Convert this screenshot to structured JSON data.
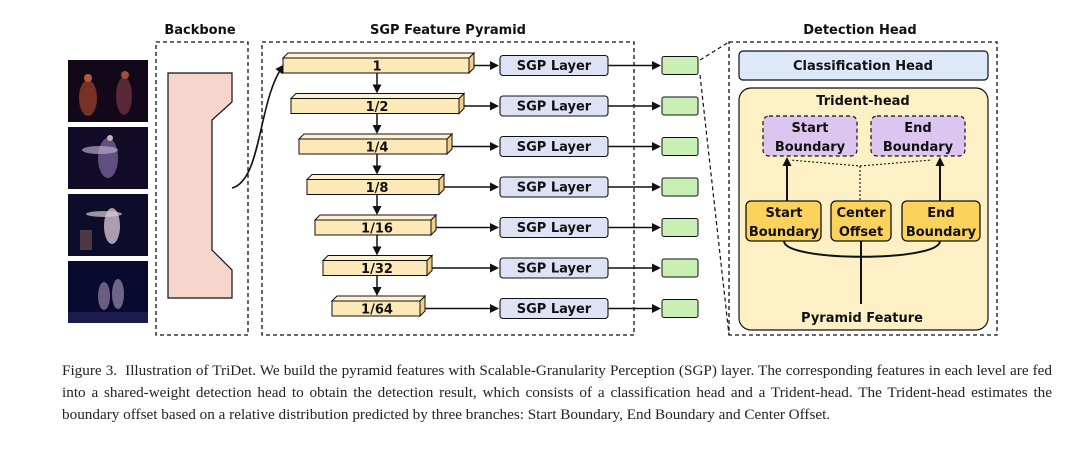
{
  "sections": {
    "backbone": "Backbone",
    "pyramid": "SGP Feature Pyramid",
    "detection": "Detection Head"
  },
  "pyramid_levels": [
    "1",
    "1/2",
    "1/4",
    "1/8",
    "1/16",
    "1/32",
    "1/64"
  ],
  "sgp_layer_label": "SGP Layer",
  "detection_head": {
    "classification": "Classification Head",
    "trident_title": "Trident-head",
    "start_boundary_line1": "Start",
    "start_boundary_line2": "Boundary",
    "end_boundary_line1": "End",
    "end_boundary_line2": "Boundary",
    "center_offset_line1": "Center",
    "center_offset_line2": "Offset",
    "pyramid_feature": "Pyramid Feature"
  },
  "caption": {
    "label": "Figure 3.",
    "text": "Illustration of TriDet. We build the pyramid features with Scalable-Granularity Perception (SGP) layer. The corresponding features in each level are fed into a shared-weight detection head to obtain the detection result, which consists of a classification head and a Trident-head. The Trident-head estimates the boundary offset based on a relative distribution predicted by three branches: Start Boundary, End Boundary and Center Offset."
  },
  "colors": {
    "backbone_fill": "#f6d5cc",
    "pyramid_fill": "#fde9b8",
    "sgp_fill": "#dde3f5",
    "output_fill": "#c9efb4",
    "classification_fill": "#dde9f8",
    "trident_fill": "#fdf0c4",
    "boundary_predicted_fill": "#dcc6f0",
    "branch_fill": "#fbd25c"
  }
}
